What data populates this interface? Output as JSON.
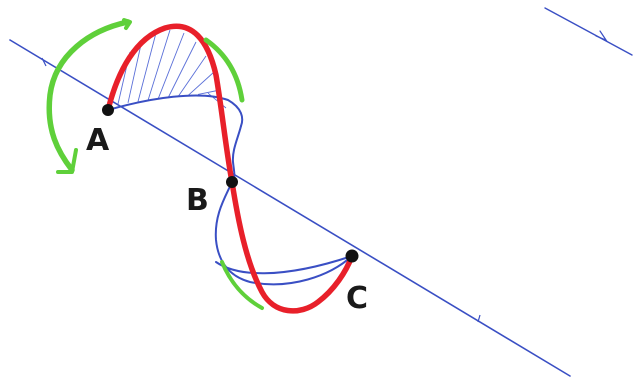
{
  "labels": {
    "a": "A",
    "b": "B",
    "c": "C"
  },
  "colors": {
    "red_curve": "#e8202a",
    "blue_line": "#3a4fc4",
    "green_arrow": "#5fd03a",
    "hatching": "#5a6fd8",
    "points": "#111111",
    "background": "#ffffff"
  },
  "icons": {
    "rotation": "curved-arrow-icon"
  }
}
